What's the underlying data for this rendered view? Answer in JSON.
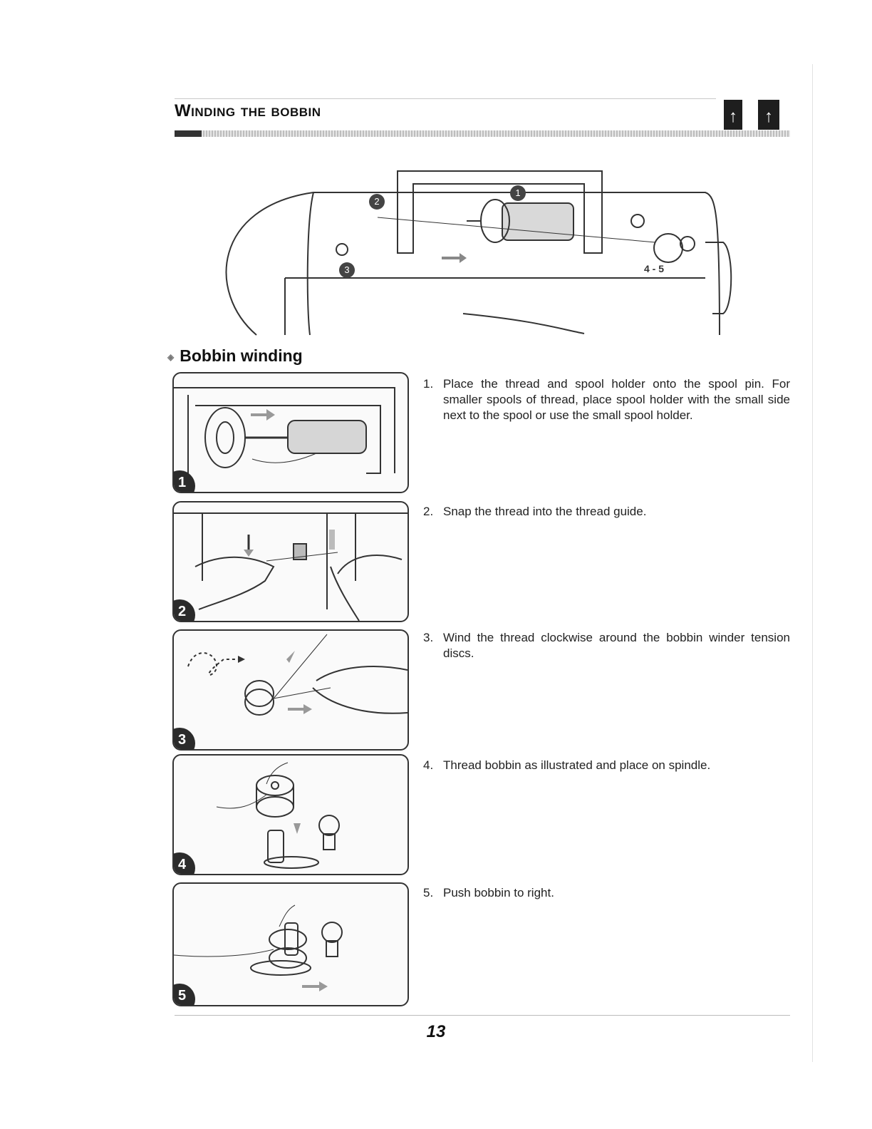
{
  "page": {
    "title": "Winding the bobbin",
    "subtitle": "Bobbin winding",
    "page_number": "13"
  },
  "overview": {
    "callouts": [
      "1",
      "2",
      "3",
      "4",
      "5"
    ],
    "range_callout": "4 - 5"
  },
  "steps": [
    {
      "num": "1.",
      "badge": "1",
      "text": "Place the thread and spool holder onto the spool pin. For smaller spools of thread, place spool holder with the small side next to the spool or use the small spool holder."
    },
    {
      "num": "2.",
      "badge": "2",
      "text": "Snap the thread into the thread guide."
    },
    {
      "num": "3.",
      "badge": "3",
      "text": "Wind the thread clockwise around the bobbin winder tension discs."
    },
    {
      "num": "4.",
      "badge": "4",
      "text": "Thread bobbin as illustrated and place on spindle."
    },
    {
      "num": "5.",
      "badge": "5",
      "text": "Push bobbin to right."
    }
  ],
  "colors": {
    "ink": "#1a1a1a",
    "panel_bg": "#fafafa",
    "badge": "#2b2b2b"
  }
}
